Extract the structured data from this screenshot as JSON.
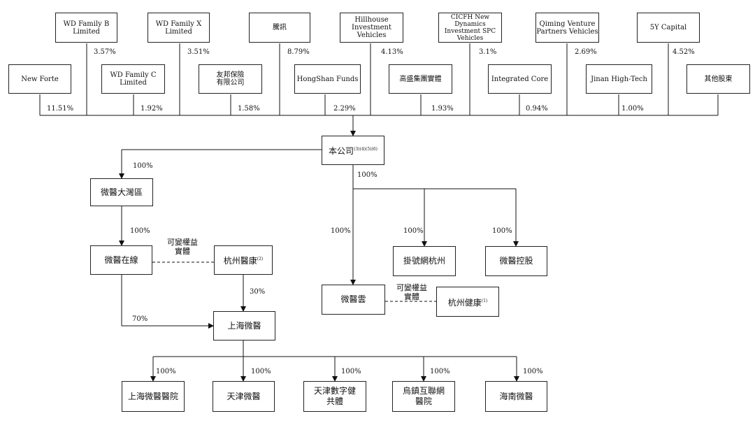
{
  "shareholders": [
    {
      "name": "WD Family B\nLimited",
      "pct": "3.57%"
    },
    {
      "name": "WD Family X\nLimited",
      "pct": "3.51%"
    },
    {
      "name": "騰訊",
      "pct": "8.79%"
    },
    {
      "name": "Hillhouse\nInvestment Vehicles",
      "pct": "4.13%"
    },
    {
      "name": "CICFH New\nDynamics\nInvestment SPC\nVehicles",
      "pct": "3.1%"
    },
    {
      "name": "Qiming Venture\nPartners Vehicles",
      "pct": "2.69%"
    },
    {
      "name": "5Y Capital",
      "pct": "4.52%"
    },
    {
      "name": "New Forte",
      "pct": "11.51%"
    },
    {
      "name": "WD Family C\nLimited",
      "pct": "1.92%"
    },
    {
      "name": "友邦保險\n有限公司",
      "pct": "1.58%"
    },
    {
      "name": "HongShan Funds",
      "pct": "2.29%"
    },
    {
      "name": "高盛集團實體",
      "pct": "1.93%"
    },
    {
      "name": "Integrated Core",
      "pct": "0.94%"
    },
    {
      "name": "Jinan High-Tech",
      "pct": "1.00%"
    },
    {
      "name": "其他股東",
      "pct": ""
    }
  ],
  "company": {
    "name": "本公司",
    "note": "(3)(4)(5)(6)"
  },
  "entities": {
    "dawanqu": "微醫大灣區",
    "zaixian": "微醫在線",
    "hz_yikang": "杭州醫康",
    "hz_yikang_note": "(2)",
    "shanghai": "上海微醫",
    "weiyiyun": "微醫雲",
    "hz_jiankang": "杭州健康",
    "hz_jiankang_note": "(1)",
    "guahao": "掛號網杭州",
    "konggu": "微醫控股",
    "sub1": "上海微醫醫院",
    "sub2": "天津微醫",
    "sub3": "天津數字健\n共體",
    "sub4": "烏鎮互聯網\n醫院",
    "sub5": "海南微醫"
  },
  "labels": {
    "p100_a": "100%",
    "p100_b": "100%",
    "p100_c": "100%",
    "p100_d": "100%",
    "p100_e": "100%",
    "p100_f": "100%",
    "p30": "30%",
    "p70": "70%",
    "s1": "100%",
    "s2": "100%",
    "s3": "100%",
    "s4": "100%",
    "s5": "100%",
    "vie1": "可變權益\n實體",
    "vie2": "可變權益\n實體"
  }
}
